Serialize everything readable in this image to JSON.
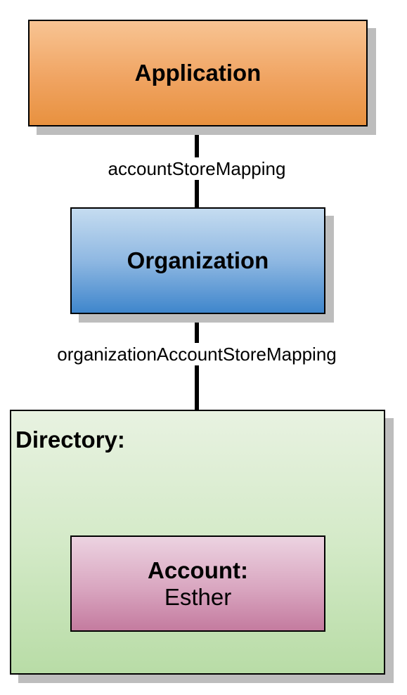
{
  "nodes": {
    "application": {
      "title": "Application",
      "color": "#f0a462"
    },
    "organization": {
      "title": "Organization",
      "color": "#8fb8e2"
    },
    "directory": {
      "title": "Directory:",
      "color": "#d4eac8"
    },
    "account": {
      "title": "Account:",
      "name": "Esther",
      "color": "#d9a6c0"
    }
  },
  "edges": [
    {
      "from": "application",
      "to": "organization",
      "label": "accountStoreMapping"
    },
    {
      "from": "organization",
      "to": "directory",
      "label": "organizationAccountStoreMapping"
    }
  ]
}
